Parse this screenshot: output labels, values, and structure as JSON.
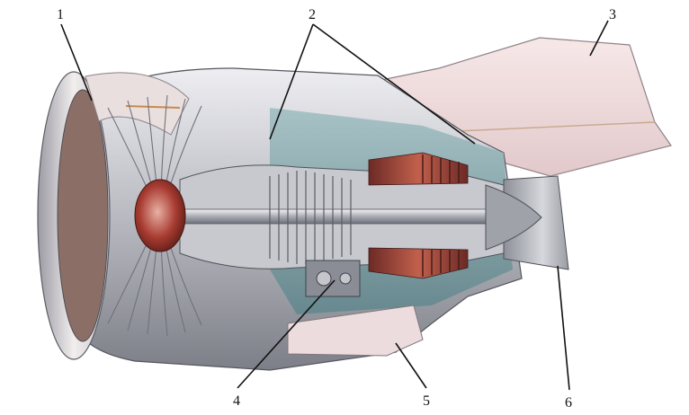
{
  "figure": {
    "callouts": {
      "c1": "1",
      "c2": "2",
      "c3": "3",
      "c4": "4",
      "c5": "5",
      "c6": "6"
    },
    "colors": {
      "nacelle": "#c9c9cf",
      "inlet_lip": "#e6dcdc",
      "pylon": "#f0dcdc",
      "core_dark": "#5b5e66",
      "combustor": "#b04a3a",
      "fan_hub": "#a83c32",
      "bypass_duct": "#7fa3a8",
      "metal_light": "#e3e4e8"
    }
  }
}
